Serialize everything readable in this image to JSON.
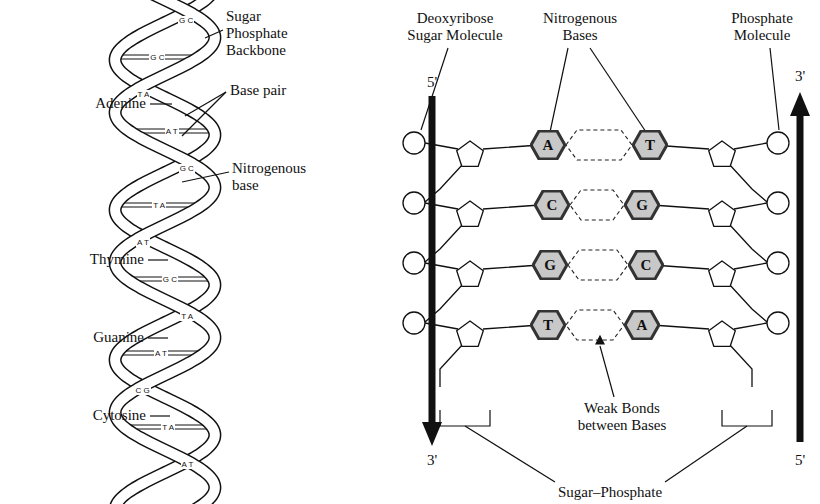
{
  "diagram": {
    "nodes": [
      {
        "text": [
          "A"
        ]
      },
      {
        "text": [
          "T"
        ]
      },
      {
        "text": [
          "C"
        ]
      },
      {
        "text": [
          "G"
        ]
      },
      {
        "text": [
          "G"
        ]
      },
      {
        "text": [
          "C"
        ]
      },
      {
        "text": [
          "T"
        ]
      },
      {
        "text": [
          "A"
        ]
      }
    ],
    "edges": [
      {
        "from": 0,
        "to": 1,
        "arrow": "none"
      },
      {
        "from": 2,
        "to": 3,
        "arrow": "none"
      },
      {
        "from": 4,
        "to": 5,
        "arrow": "none"
      },
      {
        "from": 6,
        "to": 7,
        "arrow": "none"
      }
    ],
    "labels": [
      "Sugar Phosphate Backbone",
      "Base pair",
      "Adenine",
      "Nitrogenous base",
      "Thymine",
      "Guanine",
      "Cytosine",
      "Deoxyribose Sugar Molecule",
      "Nitrogenous Bases",
      "Phosphate Molecule",
      "5'",
      "3'",
      "3'",
      "5'",
      "Weak Bonds between Bases",
      "Sugar–Phosphate",
      "G C",
      "G C",
      "T A",
      "A T",
      "G C",
      "T A",
      "A T",
      "G C",
      "T A",
      "A T",
      "C G",
      "T A",
      "A T"
    ]
  }
}
